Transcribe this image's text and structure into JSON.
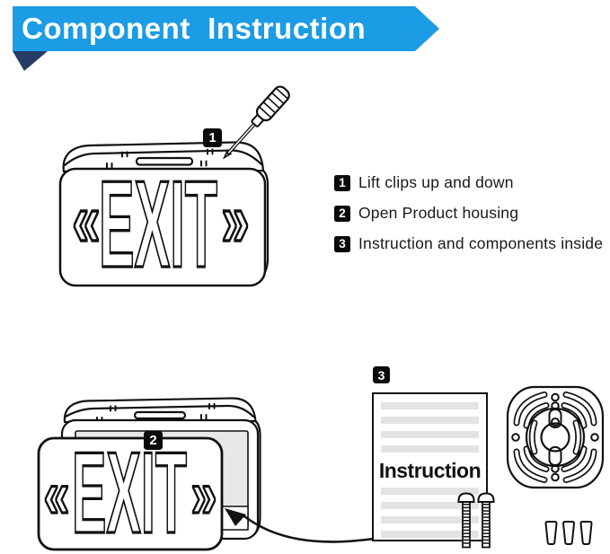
{
  "banner": {
    "title": "Component  Instruction",
    "bg_color": "#1b9ce4",
    "fold_color": "#263c66"
  },
  "steps": [
    {
      "num": "1",
      "label": "Lift clips up and down"
    },
    {
      "num": "2",
      "label": "Open Product housing"
    },
    {
      "num": "3",
      "label": "Instruction and components inside"
    }
  ],
  "figure1": {
    "badge": "1",
    "sign": {
      "word": "EXIT",
      "left_chevron": "«",
      "right_chevron": "»"
    }
  },
  "figure2": {
    "badge": "2",
    "sign": {
      "word": "EXIT",
      "left_chevron": "«",
      "right_chevron": "»"
    }
  },
  "figure3": {
    "badge": "3",
    "paper_title": "Instruction"
  },
  "colors": {
    "ink": "#111111",
    "housing_interior_gray": "#e8e8e8",
    "paper_bar_gray": "#e3e3e3"
  }
}
